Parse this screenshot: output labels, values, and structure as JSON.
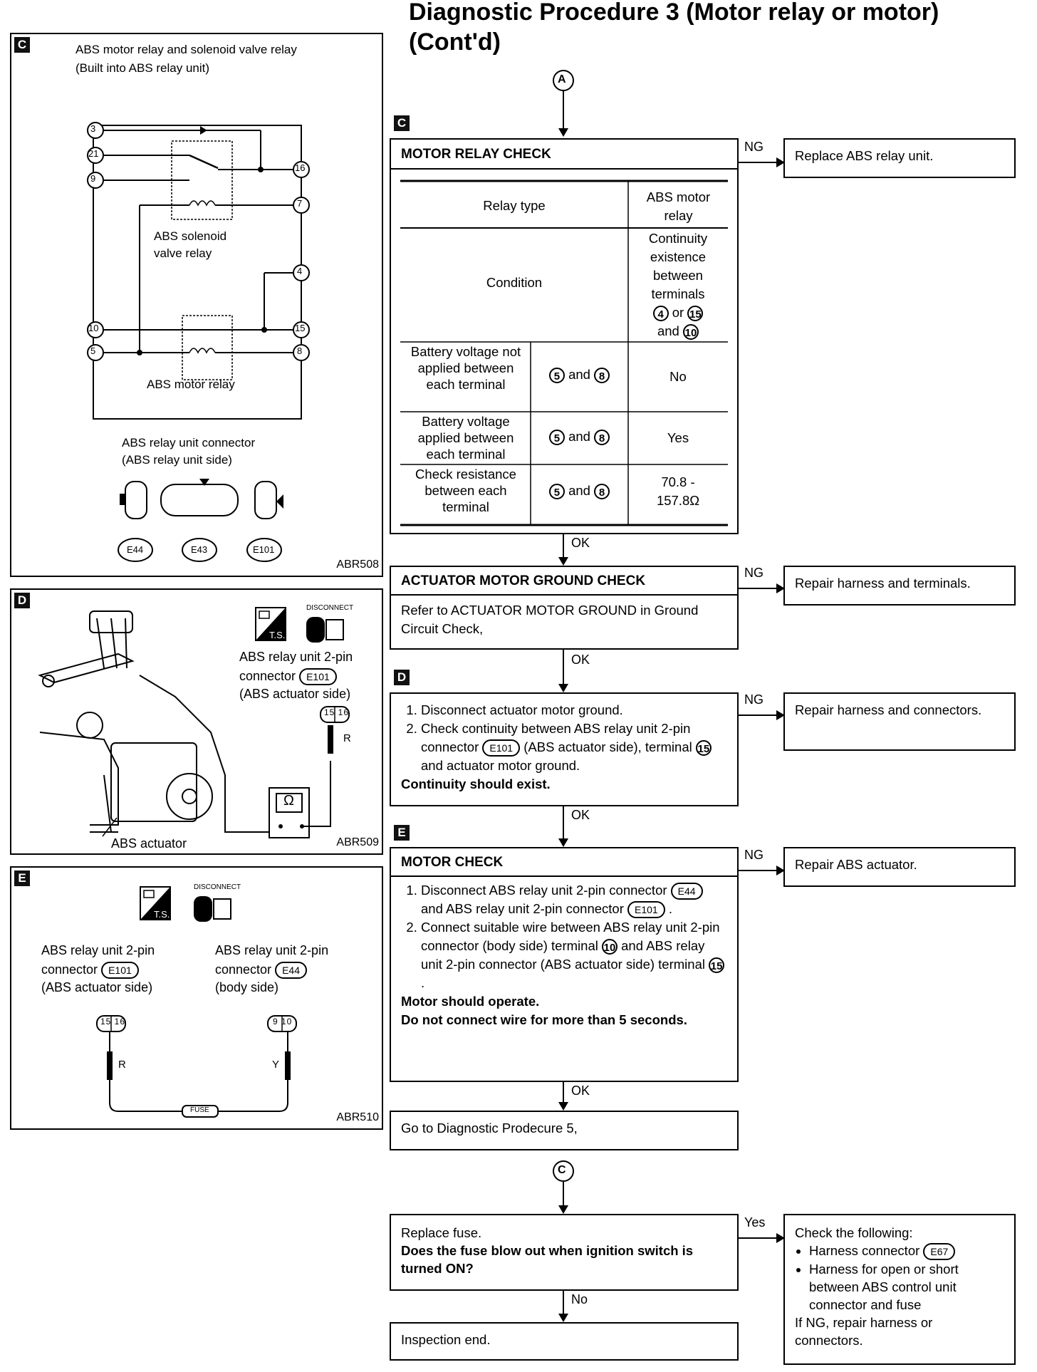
{
  "title": "Diagnostic Procedure 3 (Motor relay or motor) (Cont'd)",
  "markers": {
    "a": "A",
    "c": "C"
  },
  "tags": {
    "c": "C",
    "d": "D",
    "e": "E"
  },
  "panel_c": {
    "heading": "ABS motor relay and solenoid valve relay",
    "subheading": "(Built into ABS relay unit)",
    "solenoid_label": "ABS solenoid valve relay",
    "motor_label": "ABS motor relay",
    "conn_title": "ABS relay unit connector",
    "conn_sub": "(ABS relay unit side)",
    "pins": {
      "p3": "3",
      "p21": "21",
      "p9": "9",
      "p10": "10",
      "p5": "5",
      "p16": "16",
      "p7": "7",
      "p4": "4",
      "p15": "15",
      "p8": "8"
    },
    "conn_codes": {
      "e44": "E44",
      "e43": "E43",
      "e101": "E101"
    },
    "code": "ABR508"
  },
  "panel_d": {
    "label1": "ABS relay unit 2-pin",
    "label2": "connector",
    "conn": "E101",
    "label3": "(ABS actuator side)",
    "pins": "15 16",
    "wire": "R",
    "meter": "Ω",
    "actuator": "ABS actuator",
    "disconnect": "DISCONNECT",
    "ts": "T.S.",
    "code": "ABR509"
  },
  "panel_e": {
    "left1": "ABS relay unit 2-pin",
    "left2": "connector",
    "left_conn": "E101",
    "left3": "(ABS actuator side)",
    "right1": "ABS relay unit 2-pin",
    "right2": "connector",
    "right_conn": "E44",
    "right3": "(body side)",
    "left_pins": "15 16",
    "right_pins": "9 10",
    "wire_r": "R",
    "wire_y": "Y",
    "fuse": "FUSE",
    "disconnect": "DISCONNECT",
    "ts": "T.S.",
    "code": "ABR510"
  },
  "flow": {
    "motor_relay": {
      "heading": "MOTOR RELAY CHECK",
      "table": {
        "relay_type": "Relay type",
        "abs_motor_relay": "ABS motor relay",
        "condition": "Condition",
        "continuity": "Continuity existence between terminals",
        "t4": "4",
        "or": "or",
        "t15": "15",
        "and": "and",
        "t10": "10",
        "rows": [
          {
            "cond": "Battery voltage not applied between each terminal",
            "a": "5",
            "b": "8",
            "val": "No"
          },
          {
            "cond": "Battery voltage applied between each terminal",
            "a": "5",
            "b": "8",
            "val": "Yes"
          },
          {
            "cond": "Check resistance between each terminal",
            "a": "5",
            "b": "8",
            "val": "70.8 - 157.8Ω"
          }
        ]
      },
      "ng_action": "Replace ABS relay unit."
    },
    "ground": {
      "heading": "ACTUATOR MOTOR GROUND CHECK",
      "body": "Refer to ACTUATOR MOTOR GROUND in Ground Circuit Check,",
      "ng_action": "Repair harness and terminals."
    },
    "continuity": {
      "step1": "Disconnect actuator motor ground.",
      "step2a": "Check continuity between ABS relay unit 2-pin connector",
      "conn": "E101",
      "step2b": "(ABS actuator side), terminal",
      "terminal": "15",
      "step2c": "and actuator motor ground.",
      "result": "Continuity should exist.",
      "ng_action": "Repair harness and connectors."
    },
    "motor": {
      "heading": "MOTOR CHECK",
      "s1a": "Disconnect ABS relay unit 2-pin connector",
      "s1_conn1": "E44",
      "s1b": "and ABS relay unit 2-pin connector",
      "s1_conn2": "E101",
      "s2a": "Connect suitable wire between ABS relay unit 2-pin connector (body side) terminal",
      "s2_t1": "10",
      "s2b": "and ABS relay unit 2-pin connector (ABS actuator side) terminal",
      "s2_t2": "15",
      "result1": "Motor should operate.",
      "result2": "Do not connect wire for more than 5 seconds.",
      "ng_action": "Repair ABS actuator."
    },
    "goto": "Go to Diagnostic Prodecure 5,",
    "fuse": {
      "line1": "Replace fuse.",
      "question": "Does the fuse blow out when ignition switch is turned ON?",
      "yes_head": "Check the following:",
      "yes_item1": "Harness connector",
      "yes_conn": "E67",
      "yes_item2": "Harness for open or short between ABS control unit connector and fuse",
      "yes_tail": "If NG, repair harness or connectors."
    },
    "end": "Inspection end.",
    "labels": {
      "ng": "NG",
      "ok": "OK",
      "yes": "Yes",
      "no": "No"
    }
  }
}
